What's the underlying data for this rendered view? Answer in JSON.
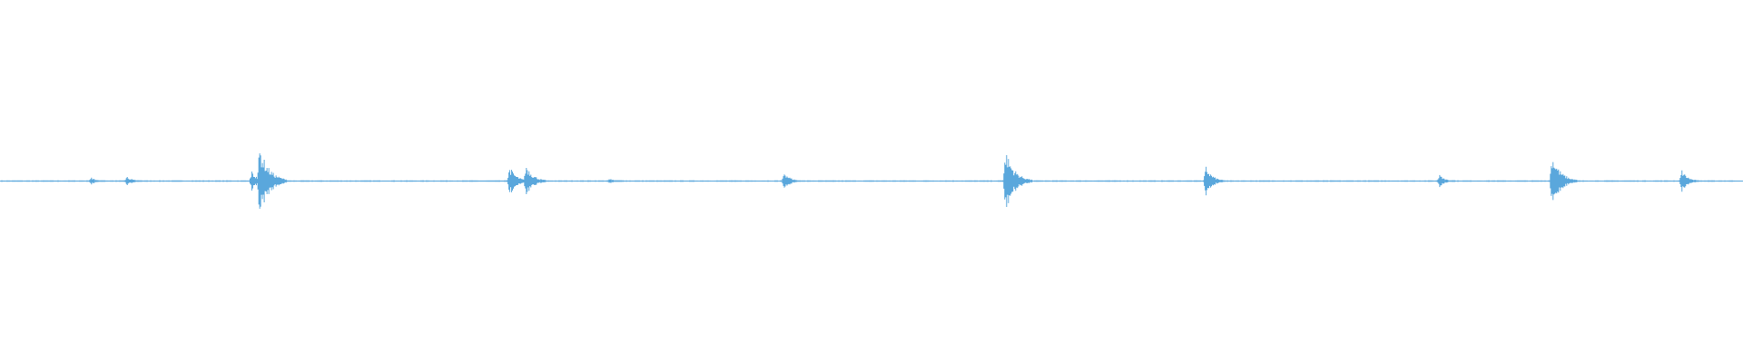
{
  "waveform": {
    "color": "#5aa7dc",
    "background": "#ffffff",
    "bursts": [
      {
        "position": 0.0525,
        "amplitude": 0.03
      },
      {
        "position": 0.073,
        "amplitude": 0.04
      },
      {
        "position": 0.1445,
        "amplitude": 0.08
      },
      {
        "position": 0.149,
        "amplitude": 0.28
      },
      {
        "position": 0.2925,
        "amplitude": 0.12
      },
      {
        "position": 0.302,
        "amplitude": 0.14
      },
      {
        "position": 0.35,
        "amplitude": 0.02
      },
      {
        "position": 0.45,
        "amplitude": 0.08
      },
      {
        "position": 0.577,
        "amplitude": 0.25
      },
      {
        "position": 0.692,
        "amplitude": 0.12
      },
      {
        "position": 0.826,
        "amplitude": 0.05
      },
      {
        "position": 0.8905,
        "amplitude": 0.22
      },
      {
        "position": 0.965,
        "amplitude": 0.09
      }
    ]
  }
}
